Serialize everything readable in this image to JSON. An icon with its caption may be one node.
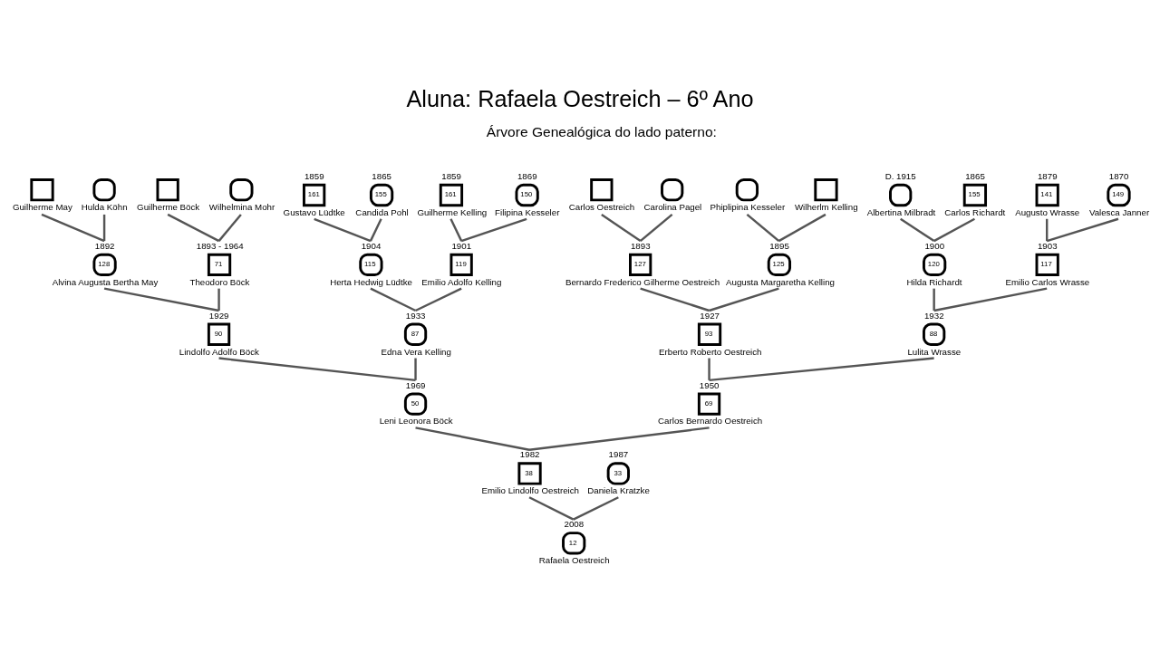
{
  "diagram": {
    "title": "Aluna: Rafaela Oestreich – 6º Ano",
    "nodes": [
      {
        "text": [],
        "shape": "box",
        "beside": [
          "Carlos Oestreich"
        ]
      },
      {
        "text": [],
        "shape": "circle",
        "beside": [
          "Carolina Pagel"
        ]
      },
      {
        "text": [],
        "shape": "box",
        "beside": [
          "Wilherlm Kelling"
        ]
      },
      {
        "text": [],
        "shape": "circle",
        "beside": [
          "Phiplipina Kesseler"
        ]
      },
      {
        "text": [
          "141"
        ],
        "beside": [
          "1879",
          "Augusto Wrasse"
        ]
      },
      {
        "text": [
          "149"
        ],
        "beside": [
          "1870",
          "Valesca Janner"
        ]
      },
      {
        "text": [
          "155"
        ],
        "beside": [
          "1865",
          "Carlos Richardt"
        ]
      },
      {
        "text": [],
        "shape": "circle",
        "beside": [
          "D. 1915",
          "Albertina Milbradt"
        ]
      },
      {
        "text": [],
        "shape": "box",
        "beside": [
          "Guilherme Böck"
        ]
      },
      {
        "text": [],
        "shape": "circle",
        "beside": [
          "Wilhelmina Mohr"
        ]
      },
      {
        "text": [],
        "shape": "box",
        "beside": [
          "Guilherme May"
        ]
      },
      {
        "text": [],
        "shape": "circle",
        "beside": [
          "Hulda Köhn"
        ]
      },
      {
        "text": [
          "161"
        ],
        "beside": [
          "1859",
          "Guilherme Kelling"
        ]
      },
      {
        "text": [
          "150"
        ],
        "beside": [
          "1869",
          "Filipina Kesseler"
        ]
      },
      {
        "text": [
          "161"
        ],
        "beside": [
          "1859",
          "Gustavo Lüdtke"
        ]
      },
      {
        "text": [
          "155"
        ],
        "beside": [
          "1865",
          "Candida Pohl"
        ]
      },
      {
        "text": [
          "127"
        ],
        "beside": [
          "1893",
          "Bernardo Frederico Gilherme Oestreich"
        ]
      },
      {
        "text": [
          "125"
        ],
        "beside": [
          "1895",
          "Augusta Margaretha Kelling"
        ]
      },
      {
        "text": [
          "117"
        ],
        "beside": [
          "1903",
          "Emilio Carlos Wrasse"
        ]
      },
      {
        "text": [
          "120"
        ],
        "beside": [
          "1900",
          "Hilda Richardt"
        ]
      },
      {
        "text": [
          "71"
        ],
        "beside": [
          "1893 - 1964",
          "Theodoro Böck"
        ]
      },
      {
        "text": [
          "128"
        ],
        "beside": [
          "1892",
          "Alvina Augusta Bertha May"
        ]
      },
      {
        "text": [
          "119"
        ],
        "beside": [
          "1901",
          "Emilio Adolfo Kelling"
        ]
      },
      {
        "text": [
          "115"
        ],
        "beside": [
          "1904",
          "Herta Hedwig Lüdtke"
        ]
      },
      {
        "text": [
          "93"
        ],
        "beside": [
          "1927",
          "Erberto Roberto Oestreich"
        ]
      },
      {
        "text": [
          "88"
        ],
        "beside": [
          "1932",
          "Lulita Wrasse"
        ]
      },
      {
        "text": [
          "90"
        ],
        "beside": [
          "1929",
          "Lindolfo Adolfo Böck"
        ]
      },
      {
        "text": [
          "87"
        ],
        "beside": [
          "1933",
          "Edna Vera Kelling"
        ]
      },
      {
        "text": [
          "69"
        ],
        "beside": [
          "1950",
          "Carlos Bernardo Oestreich"
        ]
      },
      {
        "text": [
          "50"
        ],
        "beside": [
          "1969",
          "Leni Leonora Böck"
        ]
      },
      {
        "text": [
          "38"
        ],
        "beside": [
          "1982",
          "Emilio Lindolfo Oestreich"
        ]
      },
      {
        "text": [
          "33"
        ],
        "beside": [
          "1987",
          "Daniela Kratzke"
        ]
      },
      {
        "text": [
          "12"
        ],
        "beside": [
          "2008",
          "Rafaela Oestreich"
        ]
      }
    ],
    "edges": [
      {
        "from": 0,
        "to": 16,
        "arrow": "none"
      },
      {
        "from": 1,
        "to": 16,
        "arrow": "none"
      },
      {
        "from": 2,
        "to": 17,
        "arrow": "none"
      },
      {
        "from": 3,
        "to": 17,
        "arrow": "none"
      },
      {
        "from": 4,
        "to": 18,
        "arrow": "none"
      },
      {
        "from": 5,
        "to": 18,
        "arrow": "none"
      },
      {
        "from": 6,
        "to": 19,
        "arrow": "none"
      },
      {
        "from": 7,
        "to": 19,
        "arrow": "none"
      },
      {
        "from": 8,
        "to": 20,
        "arrow": "none"
      },
      {
        "from": 9,
        "to": 20,
        "arrow": "none"
      },
      {
        "from": 10,
        "to": 21,
        "arrow": "none"
      },
      {
        "from": 11,
        "to": 21,
        "arrow": "none"
      },
      {
        "from": 12,
        "to": 22,
        "arrow": "none"
      },
      {
        "from": 13,
        "to": 22,
        "arrow": "none"
      },
      {
        "from": 14,
        "to": 23,
        "arrow": "none"
      },
      {
        "from": 15,
        "to": 23,
        "arrow": "none"
      },
      {
        "from": 16,
        "to": 24,
        "arrow": "none"
      },
      {
        "from": 17,
        "to": 24,
        "arrow": "none"
      },
      {
        "from": 18,
        "to": 25,
        "arrow": "none"
      },
      {
        "from": 19,
        "to": 25,
        "arrow": "none"
      },
      {
        "from": 20,
        "to": 26,
        "arrow": "none"
      },
      {
        "from": 21,
        "to": 26,
        "arrow": "none"
      },
      {
        "from": 22,
        "to": 27,
        "arrow": "none"
      },
      {
        "from": 23,
        "to": 27,
        "arrow": "none"
      },
      {
        "from": 24,
        "to": 28,
        "arrow": "none"
      },
      {
        "from": 25,
        "to": 28,
        "arrow": "none"
      },
      {
        "from": 26,
        "to": 29,
        "arrow": "none"
      },
      {
        "from": 27,
        "to": 29,
        "arrow": "none"
      },
      {
        "from": 28,
        "to": 30,
        "arrow": "none"
      },
      {
        "from": 29,
        "to": 30,
        "arrow": "none"
      },
      {
        "from": 30,
        "to": 32,
        "arrow": "none"
      },
      {
        "from": 31,
        "to": 32,
        "arrow": "none"
      }
    ],
    "labels": [
      "Árvore Genealógica do lado paterno:"
    ]
  }
}
